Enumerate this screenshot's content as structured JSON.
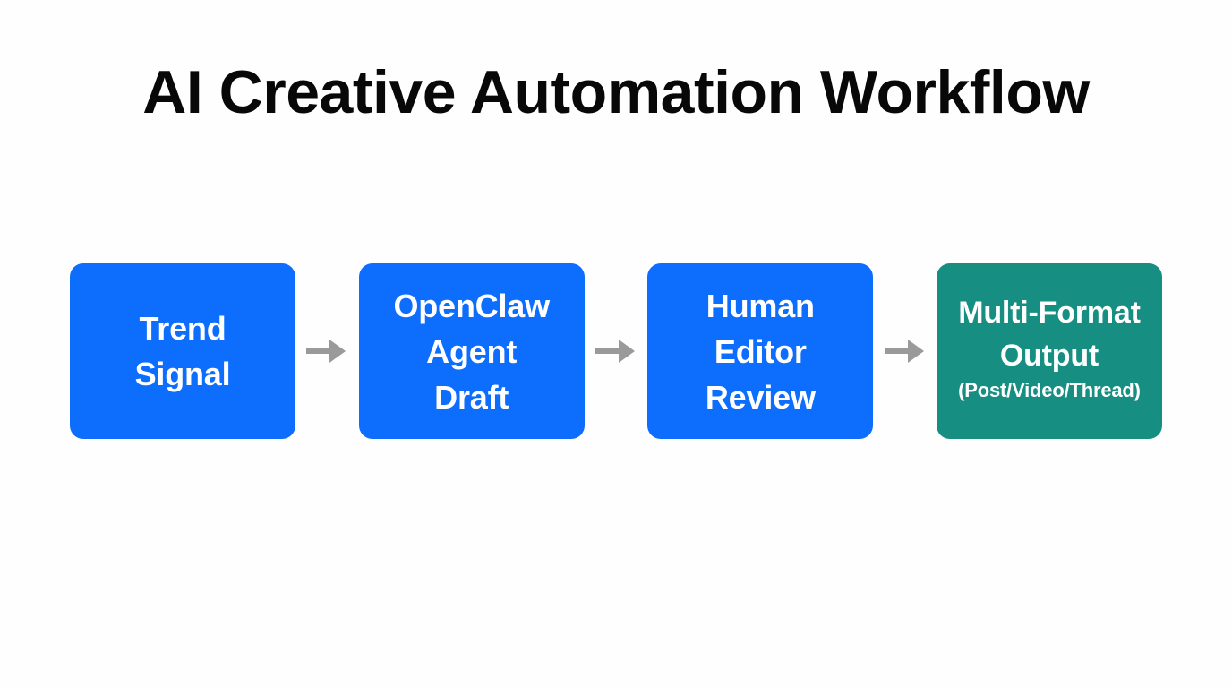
{
  "page": {
    "title": "AI Creative Automation Workflow",
    "background_color": "#fefefe",
    "title_color": "#080808"
  },
  "colors": {
    "node_blue": "#0d6efd",
    "node_green": "#168e81",
    "arrow_gray": "#9a9a9a",
    "node_text": "#ffffff"
  },
  "flow": {
    "arrow_icon_name": "arrow-right-icon",
    "nodes": [
      {
        "id": "trend-signal",
        "label": "Trend\nSignal",
        "sublabel": "",
        "color": "#0d6efd"
      },
      {
        "id": "openclaw-agent-draft",
        "label": "OpenClaw\nAgent\nDraft",
        "sublabel": "",
        "color": "#0d6efd"
      },
      {
        "id": "human-editor-review",
        "label": "Human\nEditor\nReview",
        "sublabel": "",
        "color": "#0d6efd"
      },
      {
        "id": "multi-format-output",
        "label": "Multi-Format\nOutput",
        "sublabel": "(Post/Video/Thread)",
        "color": "#168e81"
      }
    ]
  }
}
